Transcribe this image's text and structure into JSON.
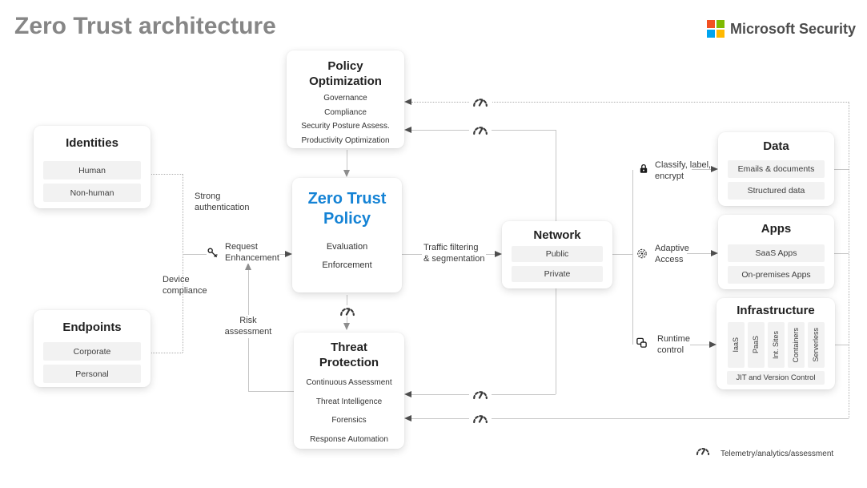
{
  "header": {
    "title": "Zero Trust architecture",
    "brand": "Microsoft Security"
  },
  "colors": {
    "accent": "#1583d5",
    "ms_red": "#f25022",
    "ms_green": "#7fba00",
    "ms_blue": "#00a4ef",
    "ms_yellow": "#ffb900"
  },
  "boxes": {
    "identities": {
      "title": "Identities",
      "items": [
        "Human",
        "Non-human"
      ]
    },
    "endpoints": {
      "title": "Endpoints",
      "items": [
        "Corporate",
        "Personal"
      ]
    },
    "policy_optimization": {
      "title": "Policy Optimization",
      "items": [
        "Governance",
        "Compliance",
        "Security Posture Assess.",
        "Productivity Optimization"
      ]
    },
    "zero_trust_policy": {
      "title": "Zero Trust Policy",
      "items": [
        "Evaluation",
        "Enforcement"
      ]
    },
    "threat_protection": {
      "title": "Threat Protection",
      "items": [
        "Continuous Assessment",
        "Threat Intelligence",
        "Forensics",
        "Response Automation"
      ]
    },
    "network": {
      "title": "Network",
      "items": [
        "Public",
        "Private"
      ]
    },
    "data": {
      "title": "Data",
      "items": [
        "Emails & documents",
        "Structured data"
      ]
    },
    "apps": {
      "title": "Apps",
      "items": [
        "SaaS Apps",
        "On-premises Apps"
      ]
    },
    "infrastructure": {
      "title": "Infrastructure",
      "vertical_items": [
        "IaaS",
        "PaaS",
        "Int. Sites",
        "Containers",
        "Serverless"
      ],
      "footer_item": "JIT and Version Control"
    }
  },
  "labels": {
    "strong_authentication": "Strong\nauthentication",
    "device_compliance": "Device\ncompliance",
    "request_enhancement": "Request\nEnhancement",
    "risk_assessment": "Risk\nassessment",
    "traffic_filtering": "Traffic filtering\n& segmentation",
    "classify_label_encrypt": "Classify, label,\nencrypt",
    "adaptive_access": "Adaptive\nAccess",
    "runtime_control": "Runtime\ncontrol",
    "legend_telemetry": "Telemetry/analytics/assessment"
  }
}
